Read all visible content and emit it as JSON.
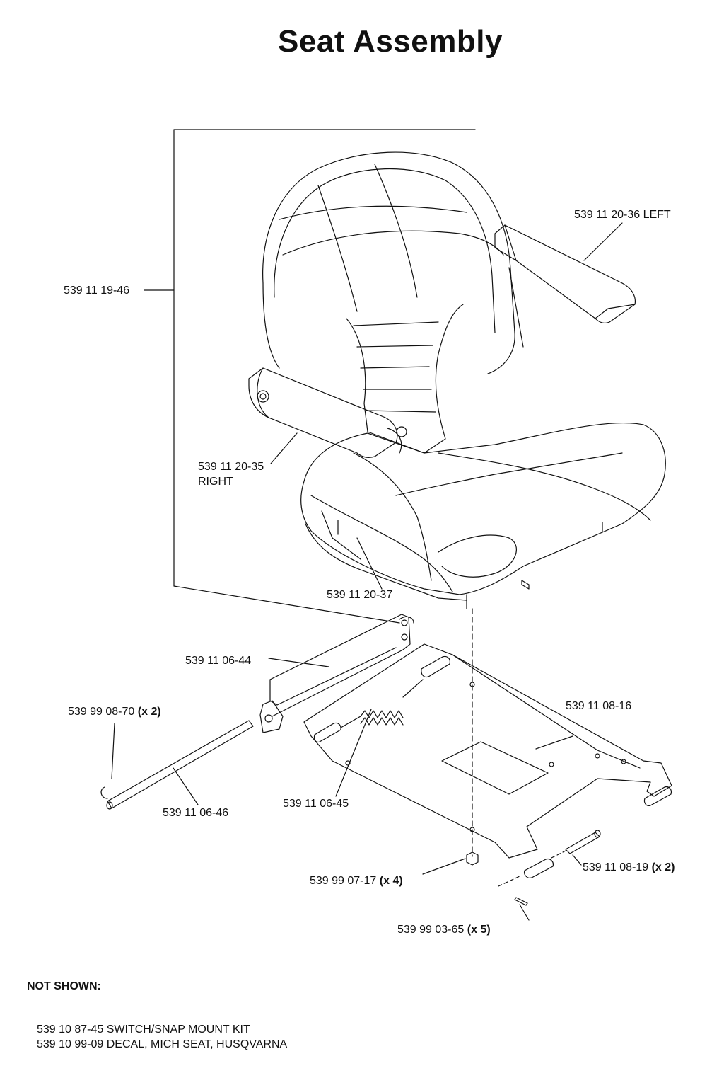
{
  "title": "Seat Assembly",
  "callouts": {
    "seat_assembly": {
      "part": "539 11 19-46"
    },
    "armrest_left": {
      "part": "539 11 20-36 LEFT"
    },
    "armrest_right": {
      "part": "539 11 20-35",
      "note": "RIGHT"
    },
    "seat_part_2037": {
      "part": "539 11 20-37"
    },
    "slide_rail": {
      "part": "539 11 06-44"
    },
    "base_plate": {
      "part": "539 11 08-16"
    },
    "clip": {
      "part": "539 99 08-70",
      "qty": "(x 2)"
    },
    "rod": {
      "part": "539 11 06-46"
    },
    "spring": {
      "part": "539 11 06-45"
    },
    "nut": {
      "part": "539 99 07-17",
      "qty": "(x 4)"
    },
    "pin": {
      "part": "539 11 08-19",
      "qty": "(x 2)"
    },
    "cotter_pin": {
      "part": "539 99 03-65",
      "qty": "(x 5)"
    }
  },
  "not_shown": {
    "title": "NOT SHOWN:",
    "items": [
      "539 10 87-45  SWITCH/SNAP MOUNT KIT",
      "539 10 99-09  DECAL, MICH SEAT, HUSQVARNA"
    ]
  }
}
